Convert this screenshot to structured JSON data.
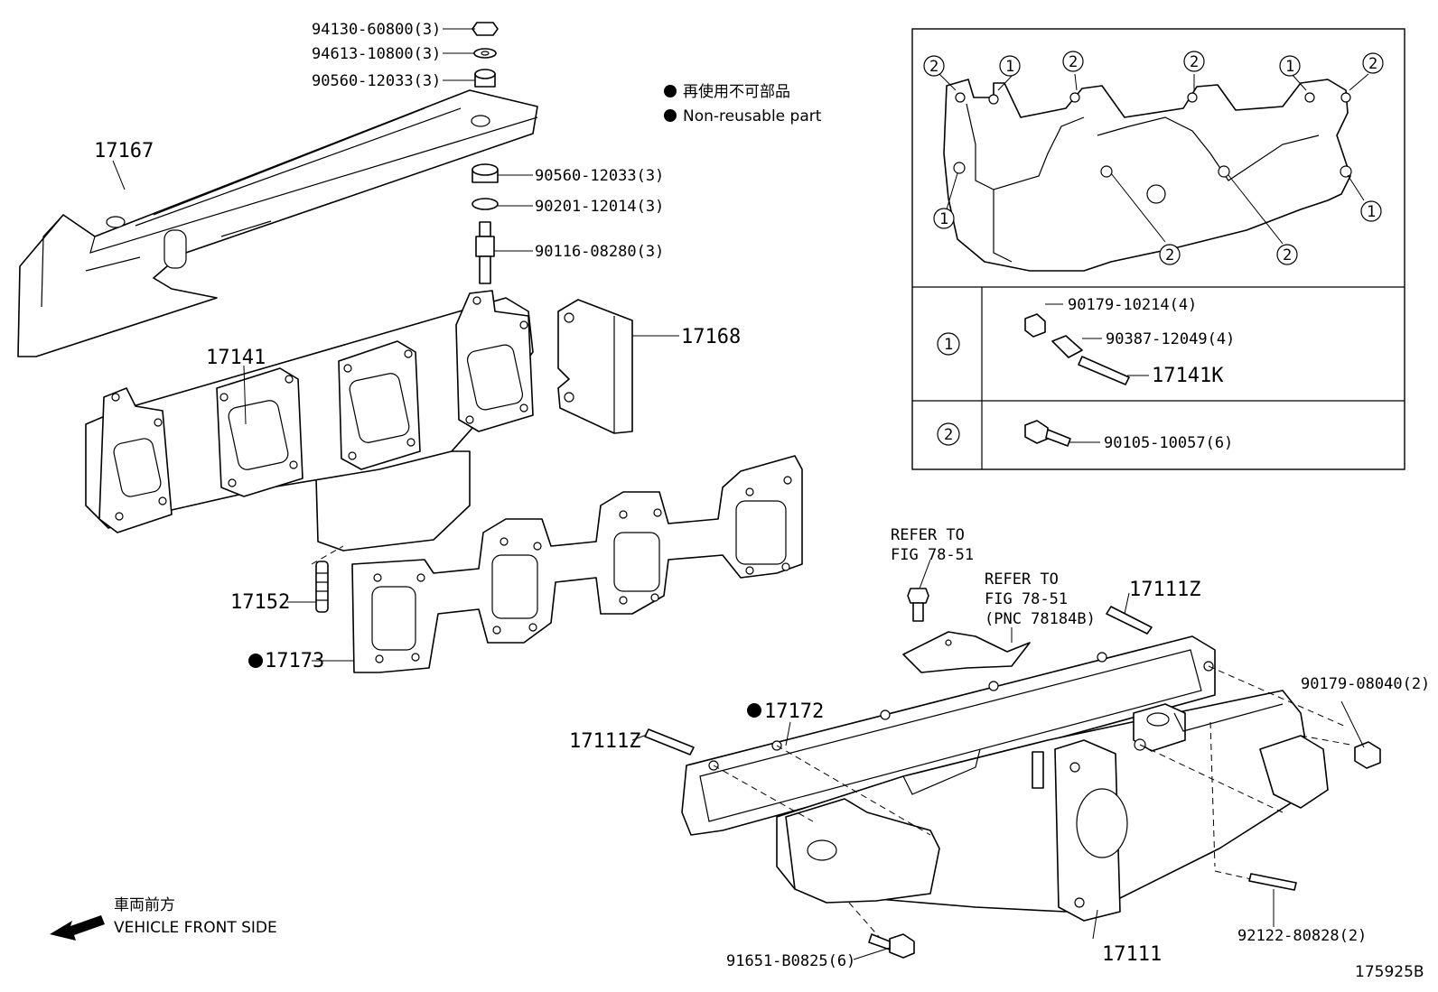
{
  "legend": {
    "non_reusable_jp": "再使用不可部品",
    "non_reusable_en": "Non-reusable part"
  },
  "direction": {
    "jp": "車両前方",
    "en": "VEHICLE FRONT SIDE"
  },
  "figure_code": "175925B",
  "parts": {
    "p94130": "94130-60800(3)",
    "p94613": "94613-10800(3)",
    "p90560_top": "90560-12033(3)",
    "p17167": "17167",
    "p90560": "90560-12033(3)",
    "p90201": "90201-12014(3)",
    "p90116": "90116-08280(3)",
    "p17141": "17141",
    "p17168": "17168",
    "p17152": "17152",
    "p17173": "17173",
    "p17172": "17172",
    "p17111Z_left": "17111Z",
    "p17111Z_right": "17111Z",
    "p90179_08040": "90179-08040(2)",
    "p92122": "92122-80828(2)",
    "p17111": "17111",
    "p91651": "91651-B0825(6)"
  },
  "refer1": {
    "line1": "REFER TO",
    "line2": "FIG 78-51"
  },
  "refer2": {
    "line1": "REFER TO",
    "line2": "FIG 78-51",
    "line3": "(PNC 78184B)"
  },
  "inset": {
    "marker1": "1",
    "marker2": "2",
    "row1": {
      "marker": "1",
      "bolt": "90179-10214(4)",
      "collar": "90387-12049(4)",
      "stud": "17141K"
    },
    "row2": {
      "marker": "2",
      "bolt": "90105-10057(6)"
    }
  }
}
